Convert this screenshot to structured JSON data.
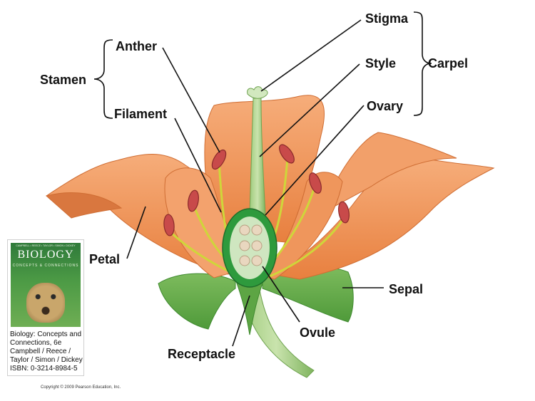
{
  "labels": {
    "stigma": "Stigma",
    "style": "Style",
    "ovary": "Ovary",
    "carpel": "Carpel",
    "anther": "Anther",
    "filament": "Filament",
    "stamen": "Stamen",
    "petal": "Petal",
    "sepal": "Sepal",
    "ovule": "Ovule",
    "receptacle": "Receptacle"
  },
  "book": {
    "cover_title": "BIOLOGY",
    "cover_subtitle": "CONCEPTS & CONNECTIONS",
    "cover_authors": "CAMPBELL • REECE • TAYLOR • SIMON • DICKEY",
    "lines": [
      "Biology: Concepts and",
      "Connections, 6e",
      "Campbell / Reece /",
      "Taylor / Simon / Dickey",
      "ISBN: 0-3214-8984-5"
    ]
  },
  "copyright": "Copyright © 2009 Pearson Education, Inc.",
  "colors": {
    "petal": "#f0955a",
    "petal_dark": "#d9773f",
    "sepal": "#6fb052",
    "carpel": "#c8dfb4",
    "ovary_wall": "#2e9a3d",
    "ovule": "#e9d7bf",
    "anther": "#c84a4a",
    "filament": "#cfd63a",
    "stem": "#8dc06a"
  }
}
